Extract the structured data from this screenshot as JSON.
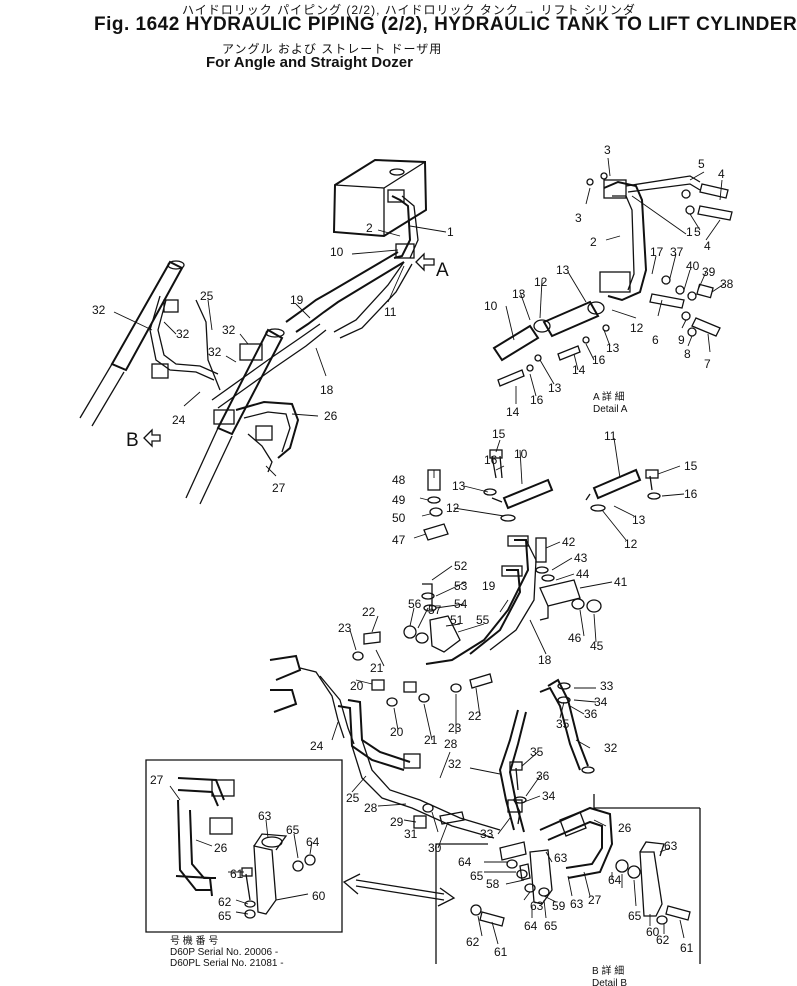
{
  "header": {
    "jp_line1": "ハイドロリック パイピング (2/2), ハイドロリック タンク → リフト シリンダ",
    "title": "Fig. 1642  HYDRAULIC PIPING (2/2), HYDRAULIC TANK TO LIFT CYLINDER",
    "jp_line2": "アングル および ストレート ドーザ用",
    "subtitle": "For Angle and Straight Dozer"
  },
  "view_markers": {
    "a": "A",
    "b": "B"
  },
  "detail_a": {
    "jp": "A 詳 細",
    "en": "Detail A"
  },
  "detail_b": {
    "jp": "B 詳 細",
    "en": "Detail B"
  },
  "serials": {
    "jp": "号 機 番 号",
    "line1": "D60P  Serial No. 20006 -",
    "line2": "D60PL Serial No. 21081 -"
  },
  "callouts": {
    "c1": "1",
    "c2": "2",
    "c3": "3",
    "c4": "4",
    "c5": "5",
    "c6": "6",
    "c7": "7",
    "c8": "8",
    "c9": "9",
    "c10": "10",
    "c11": "11",
    "c12": "12",
    "c13": "13",
    "c14": "14",
    "c15": "15",
    "c16": "16",
    "c17": "17",
    "c18": "18",
    "c19": "19",
    "c20": "20",
    "c21": "21",
    "c22": "22",
    "c23": "23",
    "c24": "24",
    "c25": "25",
    "c26": "26",
    "c27": "27",
    "c28": "28",
    "c29": "29",
    "c30": "30",
    "c31": "31",
    "c32": "32",
    "c33": "33",
    "c34": "34",
    "c35": "35",
    "c36": "36",
    "c37": "37",
    "c38": "38",
    "c39": "39",
    "c40": "40",
    "c41": "41",
    "c42": "42",
    "c43": "43",
    "c44": "44",
    "c45": "45",
    "c46": "46",
    "c47": "47",
    "c48": "48",
    "c49": "49",
    "c50": "50",
    "c51": "51",
    "c52": "52",
    "c53": "53",
    "c54": "54",
    "c55": "55",
    "c56": "56",
    "c57": "57",
    "c58": "58",
    "c59": "59",
    "c60": "60",
    "c61": "61",
    "c62": "62",
    "c63": "63",
    "c64": "64",
    "c65": "65"
  }
}
